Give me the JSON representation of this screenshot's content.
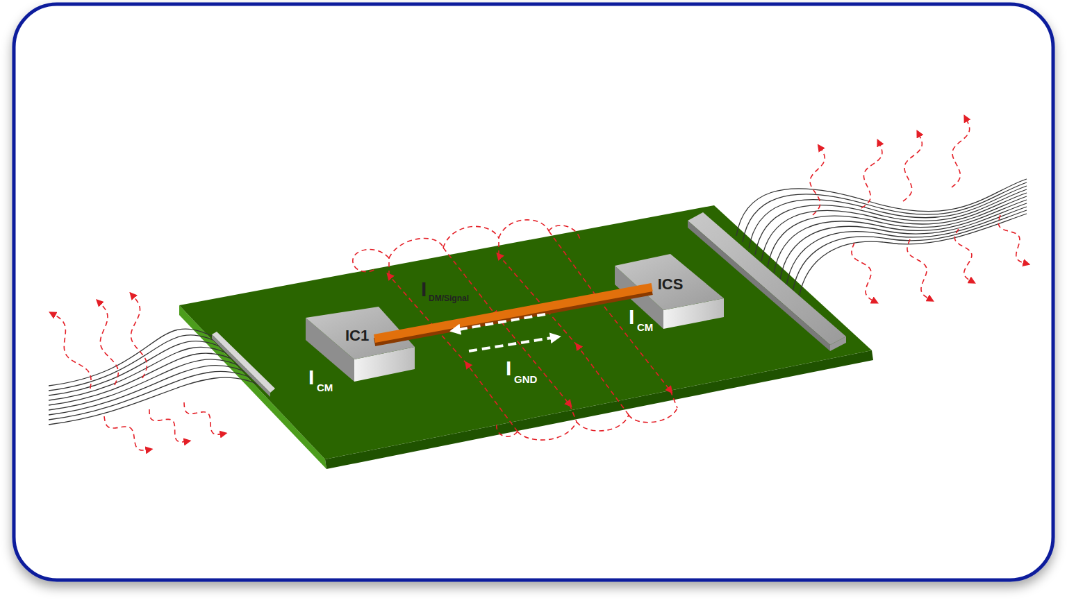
{
  "diagram": {
    "nodes": [
      {
        "text": [
          "IC1"
        ]
      },
      {
        "text": [
          "ICS"
        ]
      }
    ],
    "edges": [
      {
        "from": 0,
        "to": 1,
        "arrow": "none"
      }
    ],
    "labels": [
      "I",
      "DM/Signal",
      "I",
      "GND",
      "I",
      "CM",
      "I",
      "CM"
    ]
  }
}
